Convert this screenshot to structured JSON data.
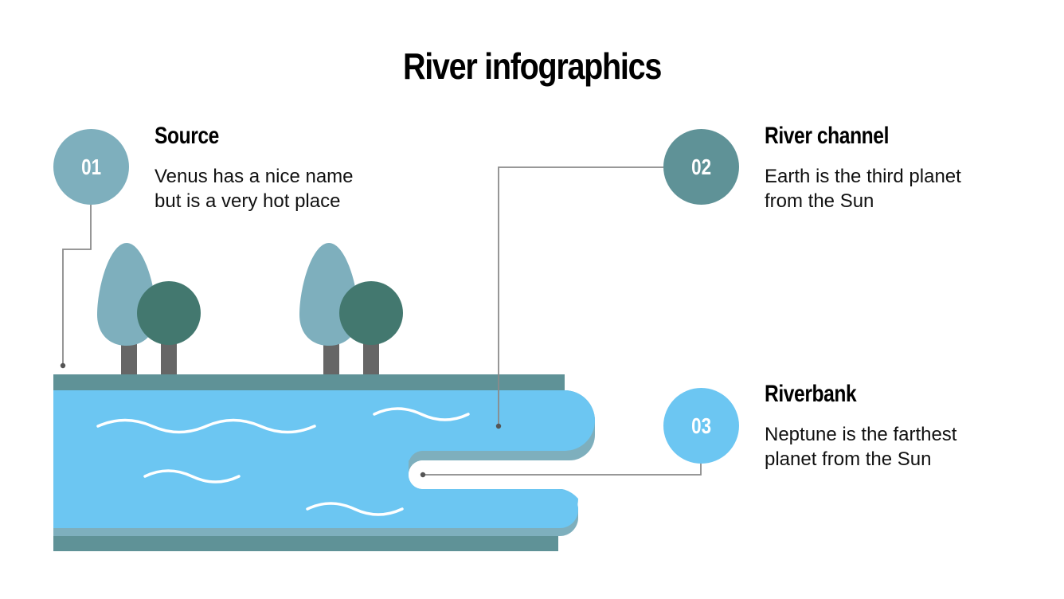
{
  "slide": {
    "title": "River infographics",
    "colors": {
      "bank": "#5f9297",
      "water": "#6cc6f2",
      "water_shade": "#7eafbd",
      "tree_light": "#7eafbd",
      "tree_dark": "#43786f",
      "trunk": "#666666",
      "connector": "#808080",
      "dot": "#555555"
    }
  },
  "items": [
    {
      "number": "01",
      "title": "Source",
      "description_line1": "Venus has a nice name",
      "description_line2": "but is a very hot place",
      "color": "#7eafbd"
    },
    {
      "number": "02",
      "title": "River channel",
      "description_line1": "Earth is the third planet",
      "description_line2": "from the Sun",
      "color": "#5f9297"
    },
    {
      "number": "03",
      "title": "Riverbank",
      "description_line1": "Neptune is the farthest",
      "description_line2": "planet from the Sun",
      "color": "#6cc6f2"
    }
  ]
}
